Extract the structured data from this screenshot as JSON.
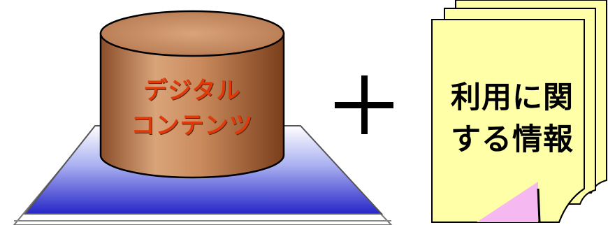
{
  "database": {
    "label_line1": "デジタル",
    "label_line2": "コンテンツ"
  },
  "operator": {
    "symbol": "plus-icon"
  },
  "document": {
    "label_line1": "利用に関",
    "label_line2": "する情報"
  },
  "colors": {
    "cylinder_body": "#c98a5c",
    "cylinder_label": "#e0390a",
    "platform": "#3a3ad0",
    "document_fill": "#ffffa8",
    "document_fold": "#f6b8f0"
  }
}
